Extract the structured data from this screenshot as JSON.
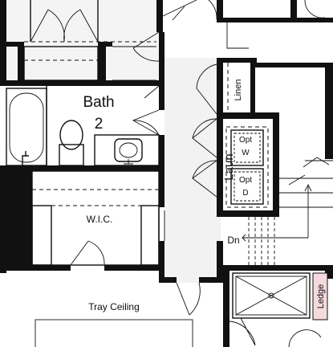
{
  "rooms": {
    "bath": "Bath",
    "bath_number": "2",
    "wic": "W.I.C.",
    "linen": "Linen",
    "laundry": "Laun",
    "opt_w_top": "Opt",
    "opt_w_bottom": "W",
    "opt_d_top": "Opt",
    "opt_d_bottom": "D",
    "stair_down": "Dn",
    "tray_ceiling": "Tray Ceiling",
    "ledge": "Ledge"
  },
  "colors": {
    "wall": "#111111",
    "floor": "#f2f2f2",
    "room": "#ffffff",
    "ledge": "#f6d9de"
  }
}
